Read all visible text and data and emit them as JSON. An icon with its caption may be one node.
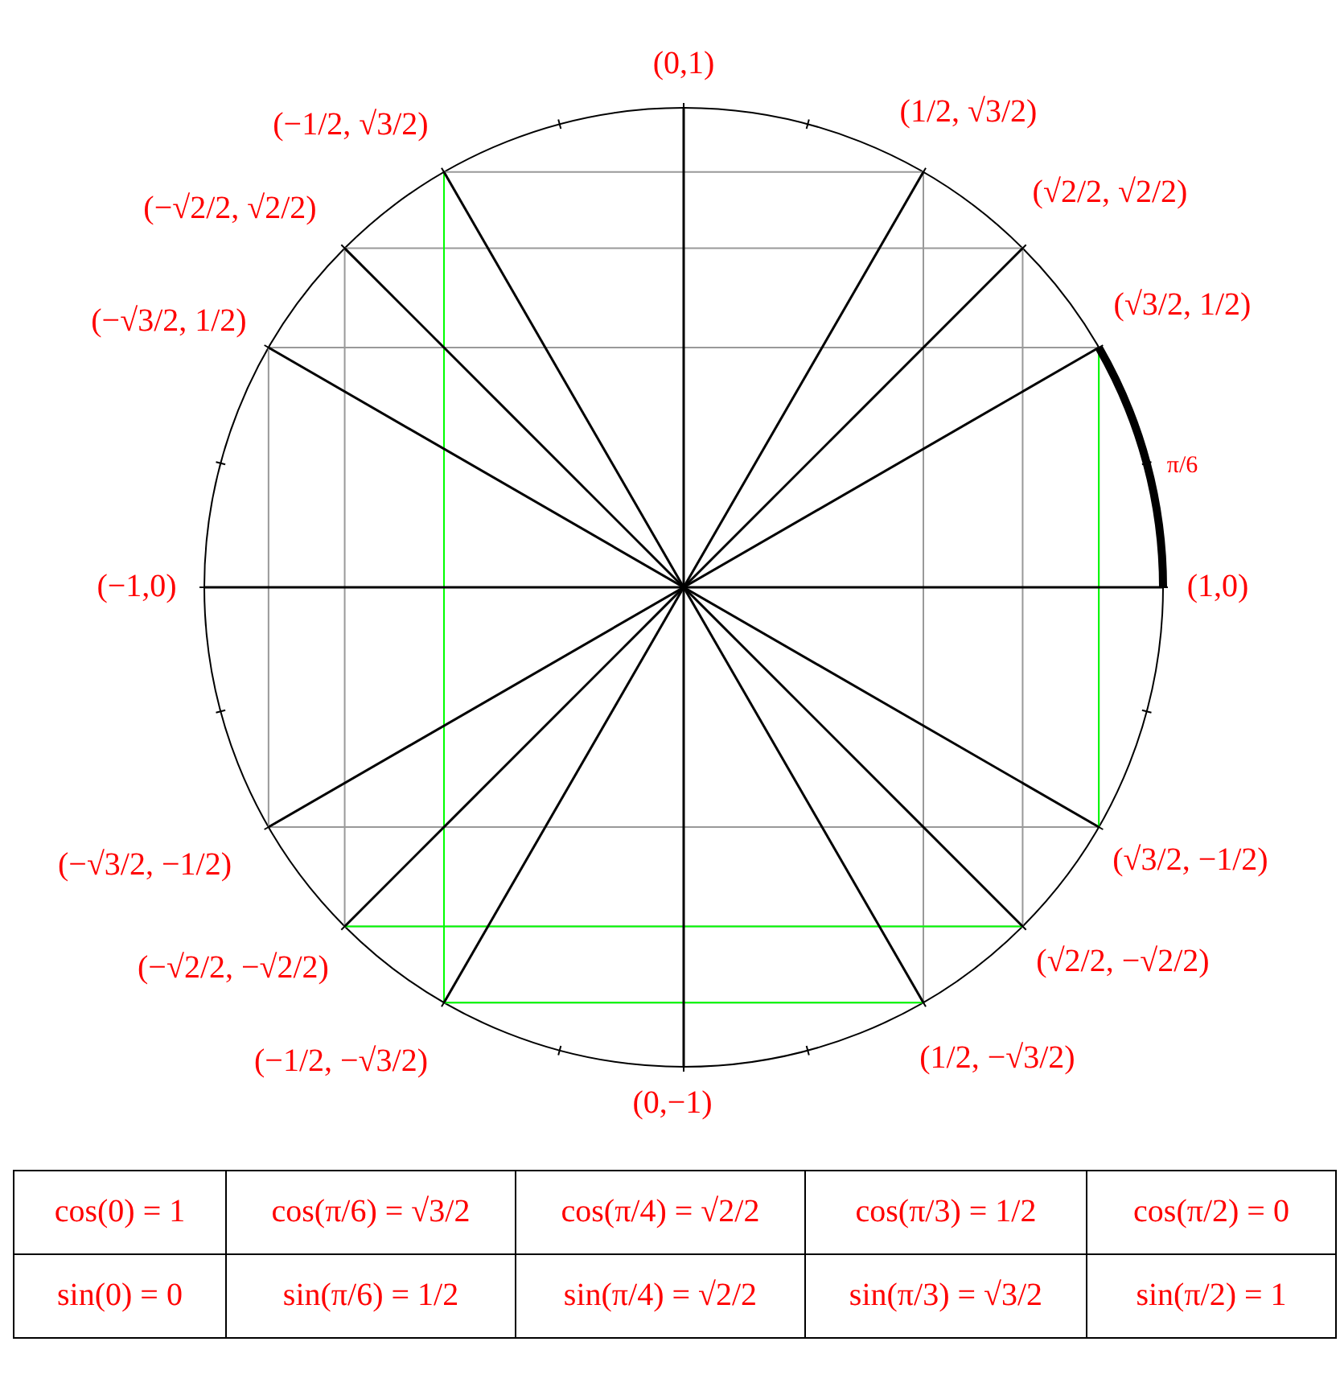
{
  "diagram": {
    "labels": [
      "(0,1)",
      "(−1/2, √3/2)",
      "(1/2, √3/2)",
      "(−√2/2, √2/2)",
      "(√2/2, √2/2)",
      "(−√3/2, 1/2)",
      "(√3/2, 1/2)",
      "π/6",
      "(−1,0)",
      "(1,0)",
      "(−√3/2, −1/2)",
      "(√3/2, −1/2)",
      "(−√2/2, −√2/2)",
      "(√2/2, −√2/2)",
      "(−1/2, −√3/2)",
      "(1/2, −√3/2)",
      "(0,−1)",
      "cos(0) = 1",
      "cos(π/6) = √3/2",
      "cos(π/4) = √2/2",
      "cos(π/3) = 1/2",
      "cos(π/2) = 0",
      "sin(0) = 0",
      "sin(π/6) = 1/2",
      "sin(π/4) = √2/2",
      "sin(π/3) = √3/2",
      "sin(π/2) = 1"
    ]
  }
}
